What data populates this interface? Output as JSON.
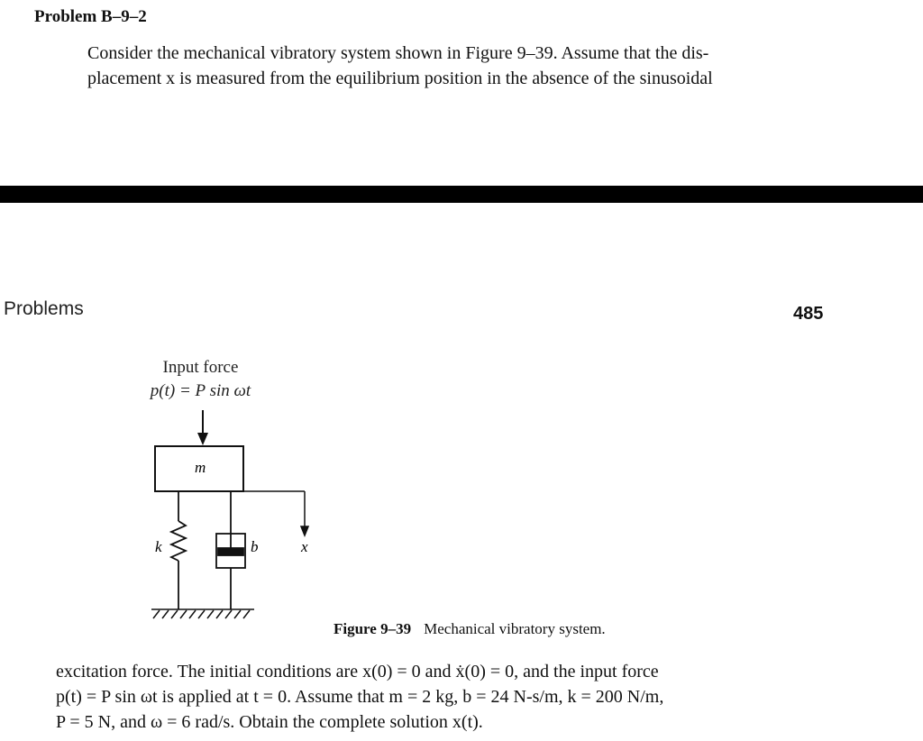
{
  "problem": {
    "title": "Problem B–9–2",
    "lines": [
      "Consider the mechanical vibratory system shown in Figure 9–39. Assume that the dis-",
      "placement x is measured from the equilibrium position in the absence of the sinusoidal"
    ]
  },
  "page_header": {
    "section": "Problems",
    "page_number": "485"
  },
  "figure": {
    "input_label_line1": "Input force",
    "input_label_line2": "p(t) = P sin ωt",
    "mass_label": "m",
    "spring_label": "k",
    "damper_label": "b",
    "displacement_label": "x",
    "caption_number": "Figure 9–39",
    "caption_text": "Mechanical vibratory system."
  },
  "continuation": {
    "lines": [
      "excitation force. The initial conditions are x(0) = 0 and ẋ(0) = 0, and the input force",
      "p(t) = P sin ωt is applied at t = 0. Assume that m = 2 kg, b = 24 N-s/m, k = 200 N/m,",
      "P = 5 N, and ω = 6 rad/s. Obtain the complete solution x(t)."
    ]
  }
}
